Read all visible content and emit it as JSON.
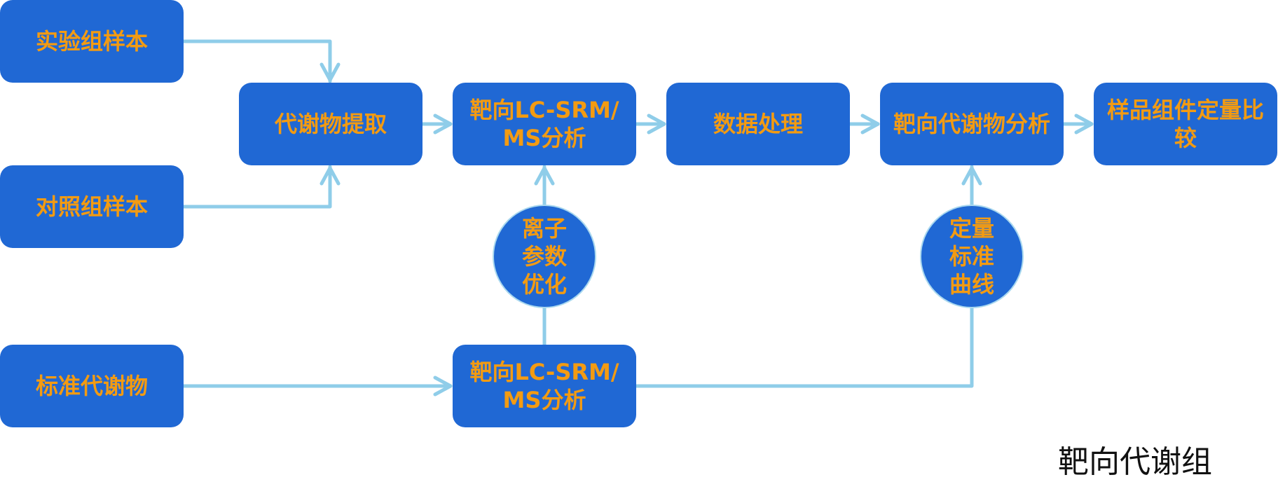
{
  "colors": {
    "box_fill": "#2068d4",
    "label_text": "#f39b12",
    "connector": "#8fcde9",
    "circle_border": "#a9d8ef"
  },
  "nodes": {
    "exp_sample": "实验组样本",
    "ctrl_sample": "对照组样本",
    "std_metabolite": "标准代谢物",
    "extraction": "代谢物提取",
    "lcsrm_1": "靶向LC-SRM/MS分析",
    "data_processing": "数据处理",
    "targeted_analysis": "靶向代谢物分析",
    "quant_compare": "样品组件定量比较",
    "lcsrm_2": "靶向LC-SRM/MS分析",
    "ion_param_opt": "离子参数优化",
    "quant_std_curve": "定量标准曲线"
  },
  "footer_label": "靶向代谢组"
}
